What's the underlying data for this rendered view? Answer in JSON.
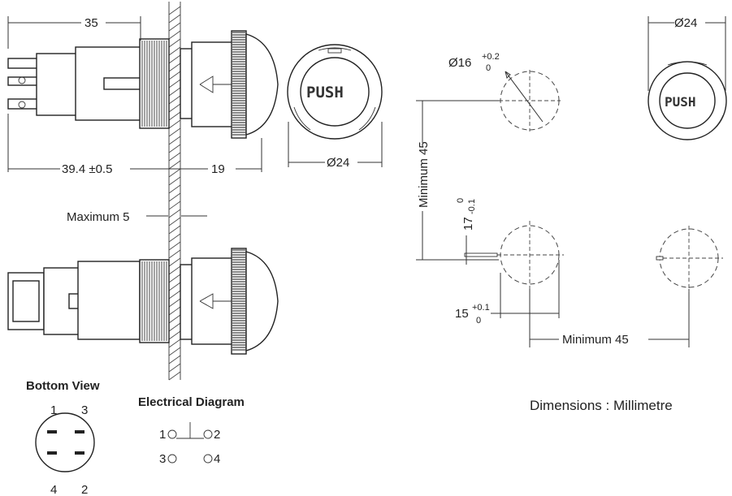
{
  "dimensions": {
    "body_length_top": "35",
    "overall_length": "39.4 ±0.5",
    "cap_length": "19",
    "cap_diameter_front": "Ø24",
    "panel_thickness_label": "Maximum 5",
    "cap_diameter_right": "Ø24",
    "hole_diameter": "Ø16",
    "hole_tol_upper": "+0.2",
    "hole_tol_lower": "0",
    "min_spacing_vertical": "Minimum 45",
    "key_width": "17",
    "key_tol_upper": "0",
    "key_tol_lower": "-0.1",
    "key_offset": "15",
    "key_offset_tol_upper": "+0.1",
    "key_offset_tol_lower": "0",
    "min_spacing_horizontal": "Minimum 45"
  },
  "cap_text": "PUSH",
  "bottom_view": {
    "title": "Bottom View",
    "pins": [
      "1",
      "3",
      "4",
      "2"
    ]
  },
  "electrical_diagram": {
    "title": "Electrical Diagram",
    "terminals": [
      "1",
      "2",
      "3",
      "4"
    ]
  },
  "units_note": "Dimensions : Millimetre"
}
